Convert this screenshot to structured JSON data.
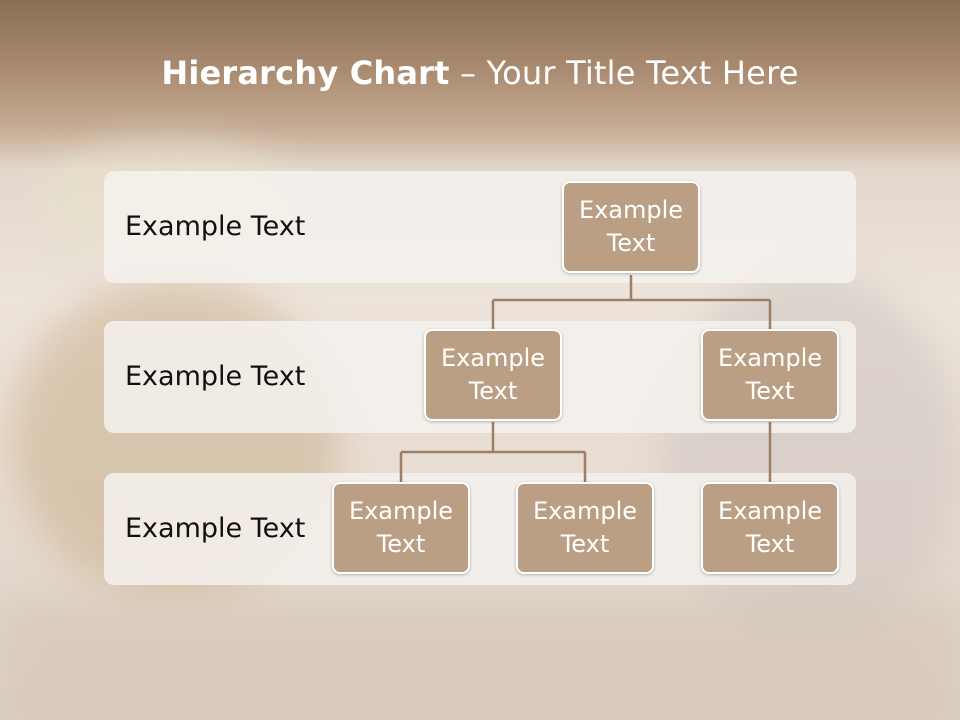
{
  "slide": {
    "title_bold": "Hierarchy Chart",
    "title_rest": " – Your Title Text Here"
  },
  "levels": [
    {
      "label": "Example Text"
    },
    {
      "label": "Example Text"
    },
    {
      "label": "Example Text"
    }
  ],
  "nodes": {
    "root": {
      "line1": "Example",
      "line2": "Text"
    },
    "left": {
      "line1": "Example",
      "line2": "Text"
    },
    "right": {
      "line1": "Example",
      "line2": "Text"
    },
    "left_child_1": {
      "line1": "Example",
      "line2": "Text"
    },
    "left_child_2": {
      "line1": "Example",
      "line2": "Text"
    },
    "right_child": {
      "line1": "Example",
      "line2": "Text"
    }
  },
  "colors": {
    "node_fill": "#bb9f84",
    "connector": "#9b7f66",
    "band": "#f5f1ed"
  }
}
